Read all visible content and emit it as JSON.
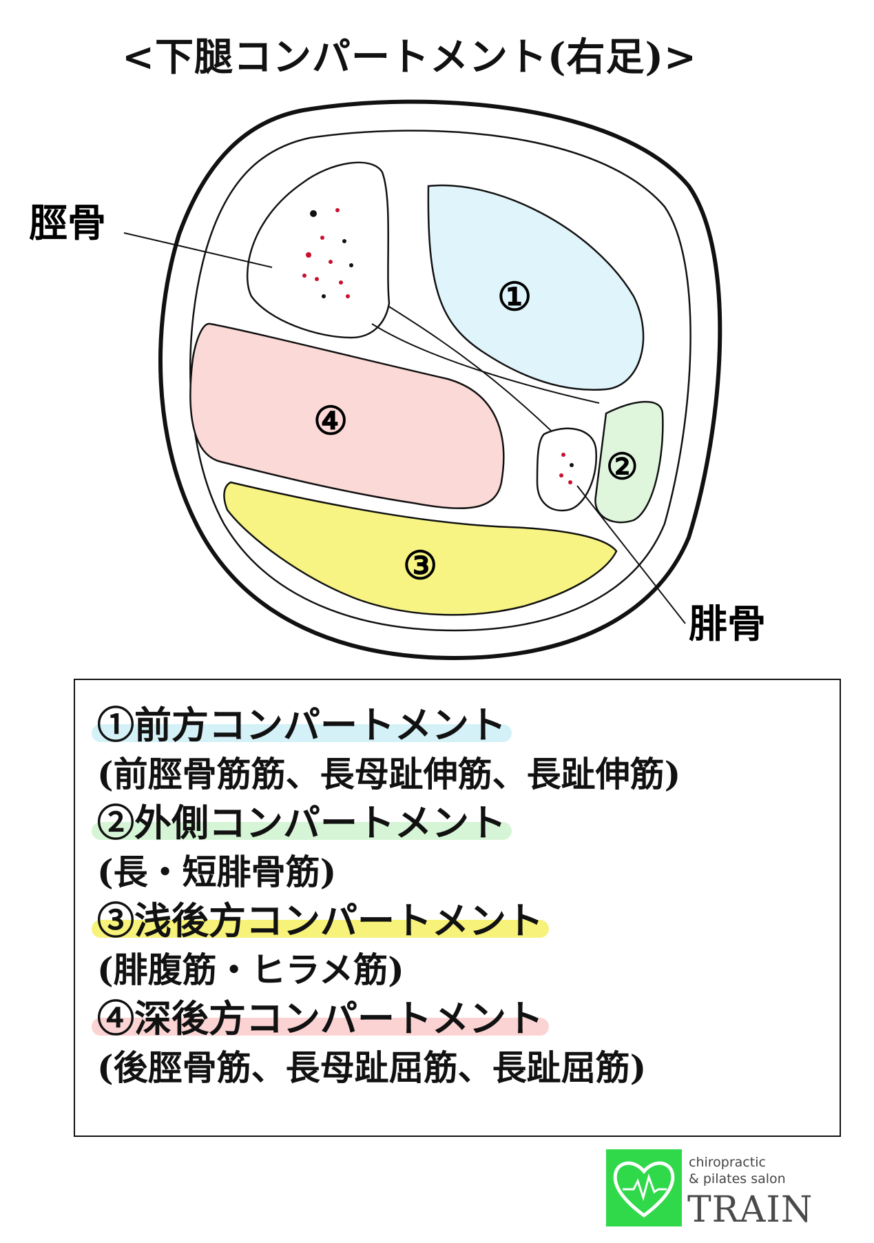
{
  "title": "<下腿コンパートメント(右足)>",
  "labels": {
    "tibia": "脛骨",
    "fibula": "腓骨",
    "c1": "①",
    "c2": "②",
    "c3": "③",
    "c4": "④"
  },
  "legend": [
    {
      "heading": "①前方コンパートメント",
      "muscles": "(前脛骨筋筋、長母趾伸筋、長趾伸筋)",
      "color": "#d4f1f8"
    },
    {
      "heading": "②外側コンパートメント",
      "muscles": "(長・短腓骨筋)",
      "color": "#d6f5d6"
    },
    {
      "heading": "③浅後方コンパートメント",
      "muscles": "(腓腹筋・ヒラメ筋)",
      "color": "#f7f27a"
    },
    {
      "heading": "④深後方コンパートメント",
      "muscles": "(後脛骨筋、長母趾屈筋、長趾屈筋)",
      "color": "#fbd3d3"
    }
  ],
  "colors": {
    "anterior": "#dff4fb",
    "lateral": "#dff6dd",
    "superficial_posterior": "#f8f483",
    "deep_posterior": "#fbd9d6"
  },
  "logo": {
    "line1": "chiropractic",
    "line2": "& pilates salon",
    "name": "TRAIN",
    "icon": "heart-pulse-icon"
  }
}
